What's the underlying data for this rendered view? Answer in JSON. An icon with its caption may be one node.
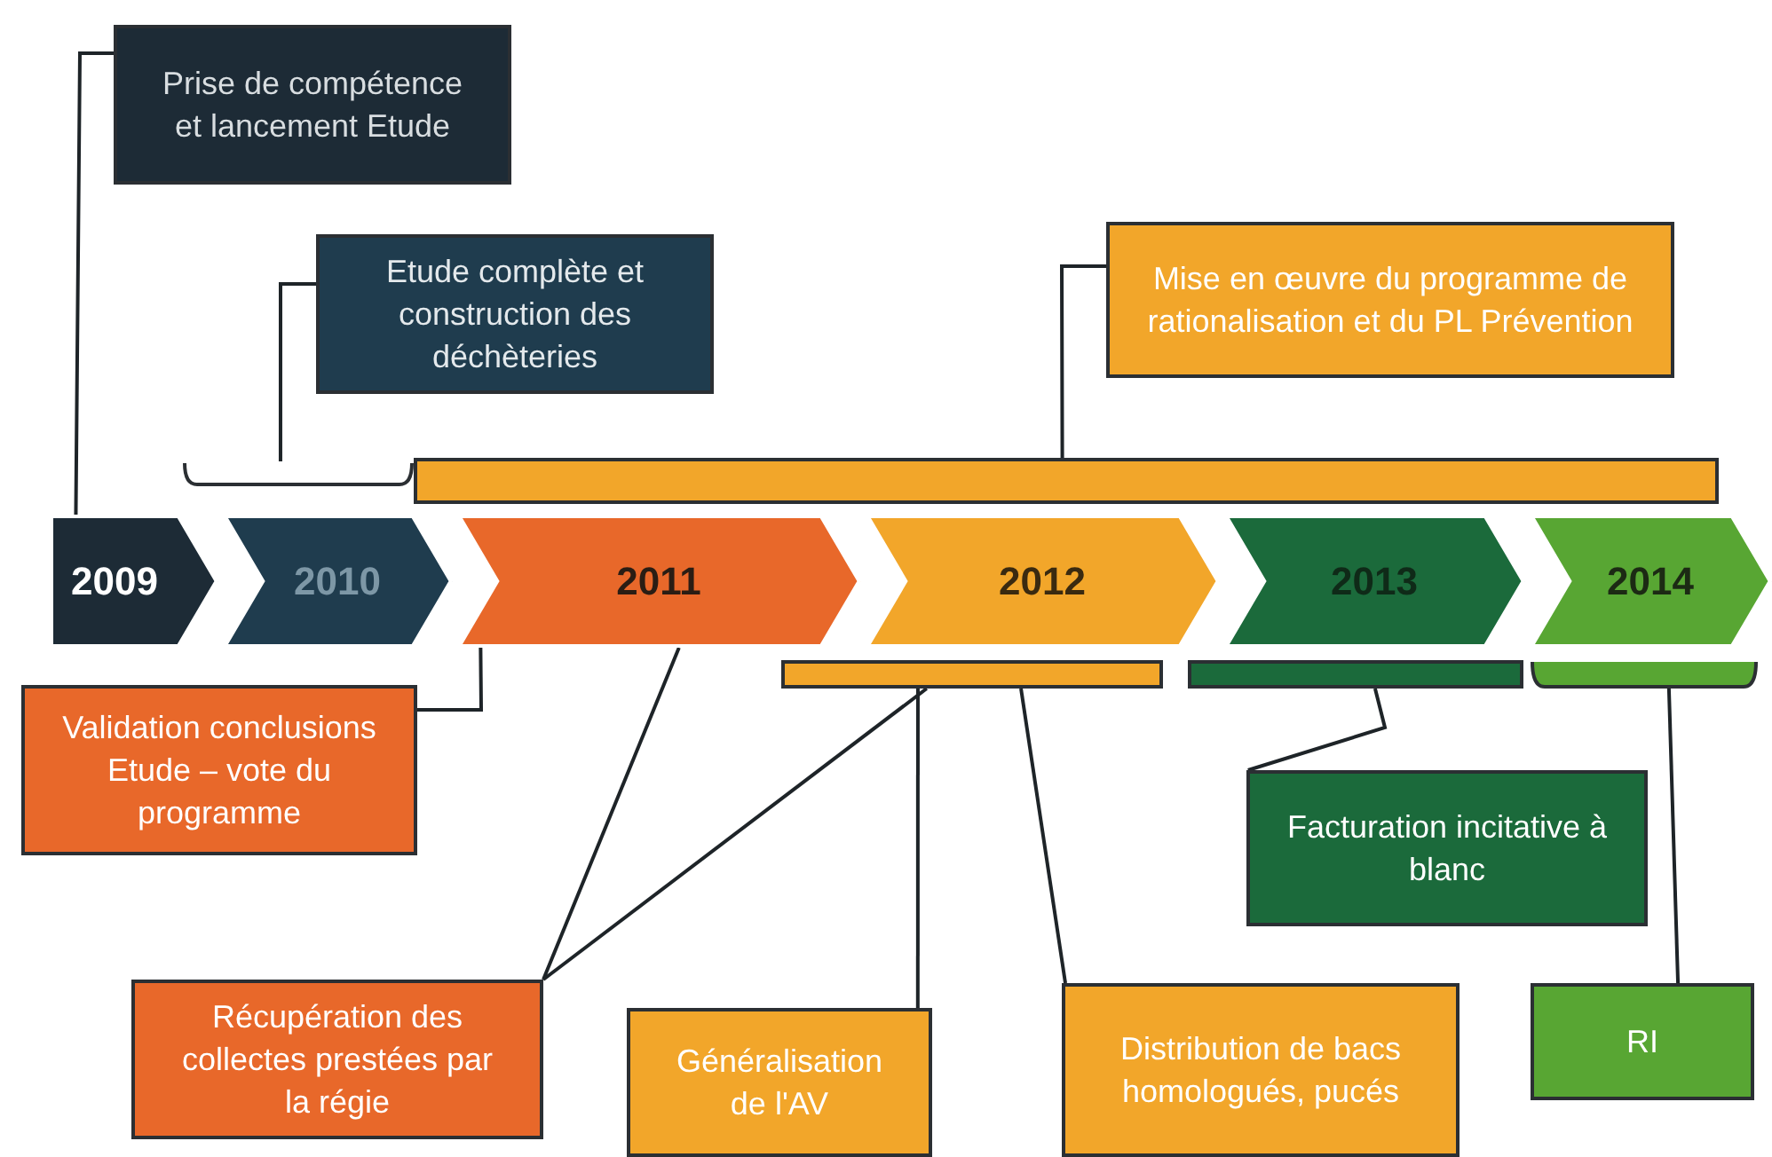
{
  "diagram": {
    "nodes": [
      {
        "text": [
          "Prise de compétence et lancement Etude"
        ]
      },
      {
        "text": [
          "Etude complète et construction des déchèteries"
        ]
      },
      {
        "text": [
          "Mise en œuvre du programme de rationalisation et du PL Prévention"
        ]
      },
      {
        "text": [],
        "shape": "bar"
      },
      {
        "text": [],
        "shape": "bar"
      },
      {
        "text": [
          "2009"
        ]
      },
      {
        "text": [
          "2010"
        ]
      },
      {
        "text": [
          "2011"
        ]
      },
      {
        "text": [
          "2012"
        ]
      },
      {
        "text": [
          "2013"
        ]
      },
      {
        "text": [
          "2014"
        ]
      },
      {
        "text": [],
        "shape": "bar"
      },
      {
        "text": [],
        "shape": "bar"
      },
      {
        "text": [],
        "shape": "bar"
      },
      {
        "text": [
          "Validation conclusions Etude – vote du programme"
        ]
      },
      {
        "text": [
          "Récupération des collectes prestées par la régie"
        ]
      },
      {
        "text": [
          "Généralisation de l'AV"
        ]
      },
      {
        "text": [
          "Distribution de bacs homologués, pucés"
        ]
      },
      {
        "text": [
          "Facturation incitative à blanc"
        ]
      },
      {
        "text": [
          "RI"
        ]
      }
    ],
    "edges": [
      {
        "from": 0,
        "to": 5,
        "arrow": "none"
      },
      {
        "from": 1,
        "to": 3,
        "arrow": "none"
      },
      {
        "from": 2,
        "to": 4,
        "arrow": "none"
      },
      {
        "from": 14,
        "to": 7,
        "arrow": "none"
      },
      {
        "from": 15,
        "to": 7,
        "arrow": "none"
      },
      {
        "from": 15,
        "to": 11,
        "arrow": "none"
      },
      {
        "from": 16,
        "to": 11,
        "arrow": "none"
      },
      {
        "from": 17,
        "to": 11,
        "arrow": "none"
      },
      {
        "from": 18,
        "to": 12,
        "arrow": "none"
      },
      {
        "from": 19,
        "to": 13,
        "arrow": "none"
      }
    ]
  }
}
